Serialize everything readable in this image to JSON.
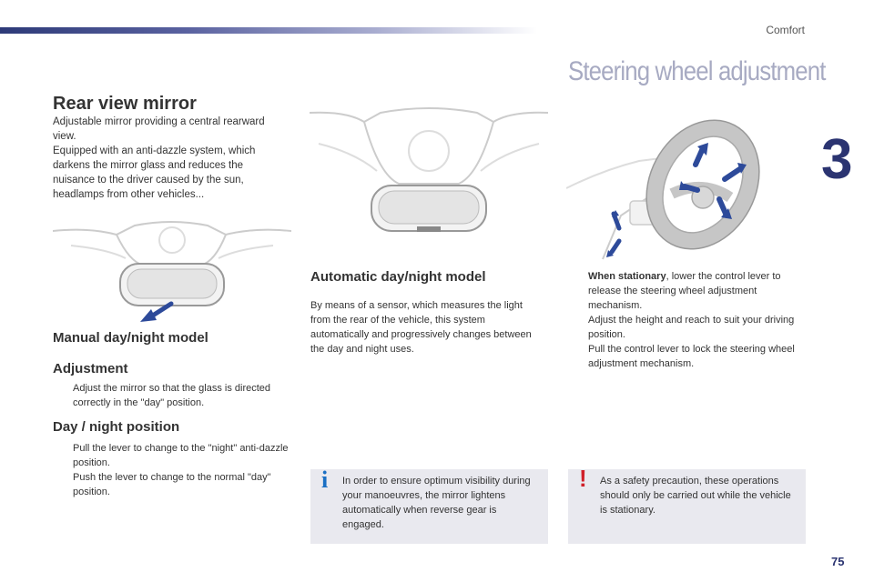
{
  "header": {
    "section": "Comfort",
    "chapter": "3",
    "page_title": "Steering wheel adjustment",
    "page_number": "75"
  },
  "rear_mirror": {
    "title": "Rear view mirror",
    "intro": "Adjustable mirror providing a central rearward view.\nEquipped with an anti-dazzle system, which darkens the mirror glass and reduces the nuisance to the driver caused by the sun, headlamps from other vehicles...",
    "manual_title": "Manual day/night model",
    "adjustment_title": "Adjustment",
    "adjustment_items": [
      "Adjust the mirror so that the glass is directed correctly in the \"day\" position."
    ],
    "daynight_title": "Day / night position",
    "daynight_items": [
      "Pull the lever to change to the \"night\" anti-dazzle position.",
      "Push the lever to change to the normal \"day\" position."
    ]
  },
  "automatic": {
    "title": "Automatic day/night model",
    "text": "By means of a sensor, which measures the light from the rear of the vehicle, this system automatically and progressively changes between the day and night uses.",
    "info_note": "In order to ensure optimum visibility during your manoeuvres, the mirror lightens automatically when reverse gear is engaged."
  },
  "steering": {
    "step1_bold": "When stationary",
    "step1_rest": ", lower the control lever to release the steering wheel adjustment mechanism.",
    "step2": "Adjust the height and reach to suit your driving position.",
    "step3": "Pull the control lever to lock the steering wheel adjustment mechanism.",
    "warning_note": "As a safety precaution, these operations should only be carried out while the vehicle is stationary."
  },
  "markers": {
    "bullet": "",
    "info": "i",
    "warning": "!"
  },
  "colors": {
    "brand_blue": "#2b3471",
    "title_grey": "#a7aac2",
    "note_bg": "#e9e9ef",
    "info_blue": "#1a6fc4",
    "warning_red": "#d0202a",
    "arrow_blue": "#2d4a9a"
  }
}
